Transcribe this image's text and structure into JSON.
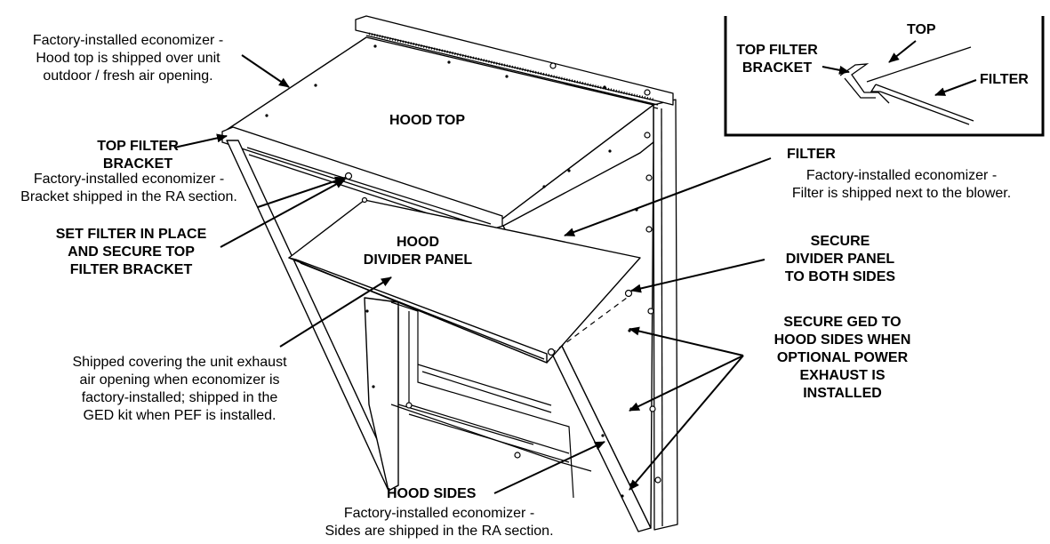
{
  "labels": {
    "hood_top_note": {
      "lines": [
        "Factory-installed economizer -",
        "Hood top is shipped over unit",
        "outdoor / fresh air opening."
      ]
    },
    "top_filter_bracket": {
      "lines": [
        "TOP FILTER",
        "BRACKET"
      ]
    },
    "top_filter_bracket_note": {
      "lines": [
        "Factory-installed economizer -",
        "Bracket shipped in the RA section."
      ]
    },
    "hood_top": "HOOD TOP",
    "set_filter": {
      "lines": [
        "SET FILTER IN PLACE",
        "AND SECURE TOP",
        "FILTER BRACKET"
      ]
    },
    "hood_divider_panel": {
      "lines": [
        "HOOD",
        "DIVIDER PANEL"
      ]
    },
    "filter": "FILTER",
    "filter_note": {
      "lines": [
        "Factory-installed economizer -",
        "Filter is shipped next to the blower."
      ]
    },
    "secure_divider": {
      "lines": [
        "SECURE",
        "DIVIDER PANEL",
        "TO BOTH SIDES"
      ]
    },
    "secure_ged": {
      "lines": [
        "SECURE GED TO",
        "HOOD SIDES WHEN",
        "OPTIONAL POWER",
        "EXHAUST IS",
        "INSTALLED"
      ]
    },
    "divider_note": {
      "lines": [
        "Shipped covering the unit exhaust",
        "air opening when economizer is",
        "factory-installed; shipped in the",
        "GED kit when PEF is installed."
      ]
    },
    "hood_sides": "HOOD SIDES",
    "hood_sides_note": {
      "lines": [
        "Factory-installed economizer -",
        "Sides are shipped in the RA section."
      ]
    }
  },
  "inset": {
    "top": "TOP",
    "top_filter_bracket": [
      "TOP FILTER",
      "BRACKET"
    ],
    "filter": "FILTER"
  }
}
